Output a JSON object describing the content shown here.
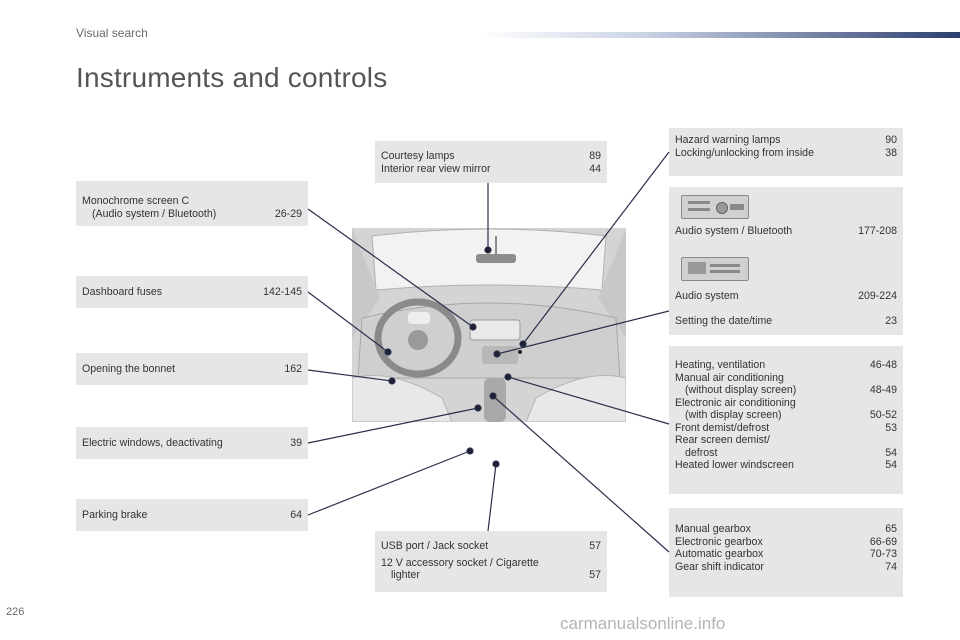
{
  "header": {
    "section": "Visual search"
  },
  "title": "Instruments and controls",
  "page_number": "226",
  "watermark": "carmanualsonline.info",
  "left_boxes": [
    {
      "rows": [
        {
          "label": "Monochrome screen C",
          "page": ""
        },
        {
          "label": "(Audio system / Bluetooth)",
          "page": "26-29",
          "indent": true
        }
      ]
    },
    {
      "rows": [
        {
          "label": "Dashboard fuses",
          "page": "142-145"
        }
      ]
    },
    {
      "rows": [
        {
          "label": "Opening the bonnet",
          "page": "162"
        }
      ]
    },
    {
      "rows": [
        {
          "label": "Electric windows, deactivating",
          "page": "39"
        }
      ]
    },
    {
      "rows": [
        {
          "label": "Parking brake",
          "page": "64"
        }
      ]
    }
  ],
  "center_boxes": [
    {
      "rows": [
        {
          "label": "Courtesy lamps",
          "page": "89"
        },
        {
          "label": "Interior rear view mirror",
          "page": "44"
        }
      ]
    },
    {
      "rows": [
        {
          "label": "USB port / Jack socket",
          "page": "57"
        },
        {
          "label": "12 V accessory socket / Cigarette",
          "page": ""
        },
        {
          "label": "lighter",
          "page": "57",
          "indent": true
        }
      ]
    }
  ],
  "right_boxes": [
    {
      "rows": [
        {
          "label": "Hazard warning lamps",
          "page": "90"
        },
        {
          "label": "Locking/unlocking from inside",
          "page": "38"
        }
      ]
    },
    {
      "rows": [
        {
          "label": "Audio system / Bluetooth",
          "page": "177-208"
        },
        {
          "label": "Audio system",
          "page": "209-224"
        },
        {
          "label": "Setting the date/time",
          "page": "23"
        }
      ]
    },
    {
      "rows": [
        {
          "label": "Heating, ventilation",
          "page": "46-48"
        },
        {
          "label": "Manual air conditioning",
          "page": ""
        },
        {
          "label": "(without display screen)",
          "page": "48-49",
          "indent": true
        },
        {
          "label": "Electronic air conditioning",
          "page": ""
        },
        {
          "label": "(with display screen)",
          "page": "50-52",
          "indent": true
        },
        {
          "label": "Front demist/defrost",
          "page": "53"
        },
        {
          "label": "Rear screen demist/",
          "page": ""
        },
        {
          "label": "defrost",
          "page": "54",
          "indent": true
        },
        {
          "label": "Heated lower windscreen",
          "page": "54"
        }
      ]
    },
    {
      "rows": [
        {
          "label": "Manual gearbox",
          "page": "65"
        },
        {
          "label": "Electronic gearbox",
          "page": "66-69"
        },
        {
          "label": "Automatic gearbox",
          "page": "70-73"
        },
        {
          "label": "Gear shift indicator",
          "page": "74"
        }
      ]
    }
  ]
}
